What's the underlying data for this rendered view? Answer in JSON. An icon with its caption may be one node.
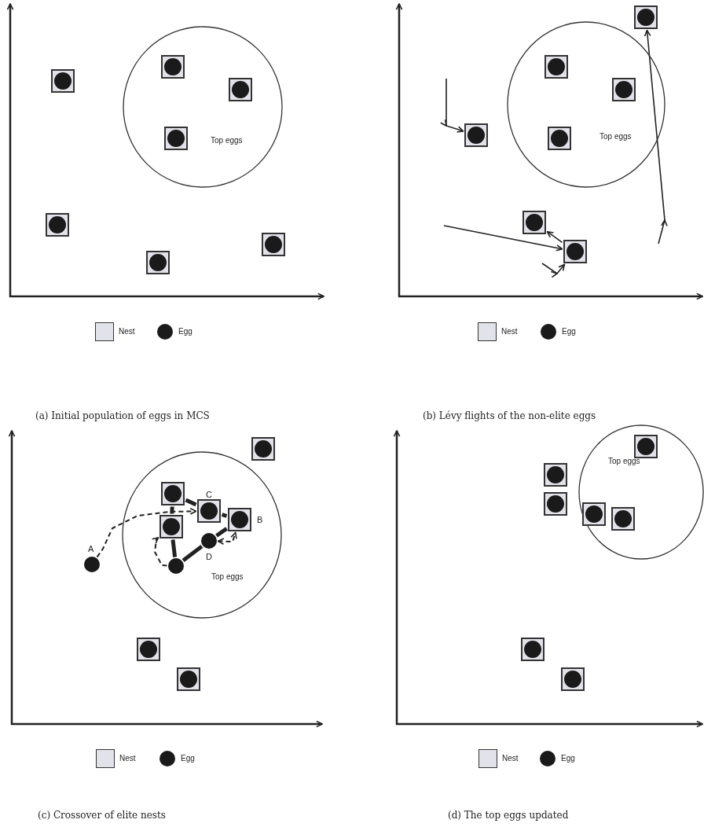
{
  "diagram": {
    "nodes": [
      {
        "text": [
          "Top eggs"
        ]
      },
      {
        "text": [],
        "shape": "box",
        "in": 0
      },
      {
        "text": [],
        "shape": "box",
        "in": 0
      },
      {
        "text": [],
        "shape": "box",
        "in": 0
      },
      {
        "text": [],
        "shape": "box"
      },
      {
        "text": [],
        "shape": "box"
      },
      {
        "text": [],
        "shape": "box"
      },
      {
        "text": [],
        "shape": "box"
      },
      {
        "text": [
          "Top eggs"
        ]
      },
      {
        "text": [],
        "shape": "box",
        "in": 8
      },
      {
        "text": [],
        "shape": "box",
        "in": 8
      },
      {
        "text": [],
        "shape": "box",
        "in": 8
      },
      {
        "text": [],
        "shape": "box"
      },
      {
        "text": [],
        "shape": "box"
      },
      {
        "text": [],
        "shape": "box"
      },
      {
        "text": [],
        "shape": "box"
      },
      {
        "text": [
          "Top eggs"
        ]
      },
      {
        "text": [],
        "shape": "box",
        "in": 16
      },
      {
        "text": [],
        "shape": "box",
        "in": 16,
        "beside": [
          "C"
        ]
      },
      {
        "text": [],
        "shape": "box",
        "in": 16,
        "beside": [
          "B"
        ]
      },
      {
        "text": [],
        "shape": "box",
        "in": 16
      },
      {
        "text": [],
        "shape": "circle",
        "in": 16,
        "beside": [
          "D"
        ]
      },
      {
        "text": [],
        "shape": "circle",
        "in": 16
      },
      {
        "text": [],
        "shape": "circle",
        "beside": [
          "A"
        ]
      },
      {
        "text": [],
        "shape": "box"
      },
      {
        "text": [],
        "shape": "box"
      },
      {
        "text": [],
        "shape": "box"
      },
      {
        "text": [
          "Top eggs"
        ]
      },
      {
        "text": [],
        "shape": "box",
        "in": 27
      },
      {
        "text": [],
        "shape": "box",
        "in": 27
      },
      {
        "text": [],
        "shape": "box",
        "in": 27
      },
      {
        "text": [],
        "shape": "box"
      },
      {
        "text": [],
        "shape": "box"
      },
      {
        "text": [],
        "shape": "box"
      },
      {
        "text": [],
        "shape": "box"
      }
    ],
    "edges": [
      {
        "from": null,
        "to": 12,
        "arrow": "to"
      },
      {
        "from": null,
        "to": 15,
        "arrow": "to"
      },
      {
        "from": 15,
        "to": 14,
        "arrow": "to"
      },
      {
        "from": null,
        "to": 15,
        "arrow": "to"
      },
      {
        "from": null,
        "to": 13,
        "arrow": "to"
      },
      {
        "from": 17,
        "to": 18,
        "arrow": "none",
        "style": "thick"
      },
      {
        "from": 18,
        "to": 19,
        "arrow": "none",
        "style": "thick"
      },
      {
        "from": 19,
        "to": 21,
        "arrow": "none",
        "style": "thick"
      },
      {
        "from": 21,
        "to": 22,
        "arrow": "none",
        "style": "thick"
      },
      {
        "from": 22,
        "to": 20,
        "arrow": "none",
        "style": "thick"
      },
      {
        "from": 20,
        "to": 17,
        "arrow": "none",
        "style": "thick"
      },
      {
        "from": 23,
        "to": 18,
        "arrow": "to",
        "style": "dashed"
      },
      {
        "from": 22,
        "to": 20,
        "arrow": "to",
        "style": "dashed"
      },
      {
        "from": 21,
        "to": 19,
        "arrow": "both",
        "style": "dashed"
      }
    ],
    "labels": [
      "(a) Initial population of eggs in MCS",
      "(b) Lévy flights of the non-elite eggs",
      "(c) Crossover of elite nests",
      "(d) The top eggs updated"
    ],
    "legend": [
      {
        "text": "Nest",
        "color": "#e2e2ea"
      },
      {
        "text": "Egg",
        "color": "#1a1a1a"
      },
      {
        "text": "Nest",
        "color": "#e2e2ea"
      },
      {
        "text": "Egg",
        "color": "#1a1a1a"
      },
      {
        "text": "Nest",
        "color": "#e2e2ea"
      },
      {
        "text": "Egg",
        "color": "#1a1a1a"
      },
      {
        "text": "Nest",
        "color": "#e2e2ea"
      },
      {
        "text": "Egg",
        "color": "#1a1a1a"
      }
    ]
  }
}
